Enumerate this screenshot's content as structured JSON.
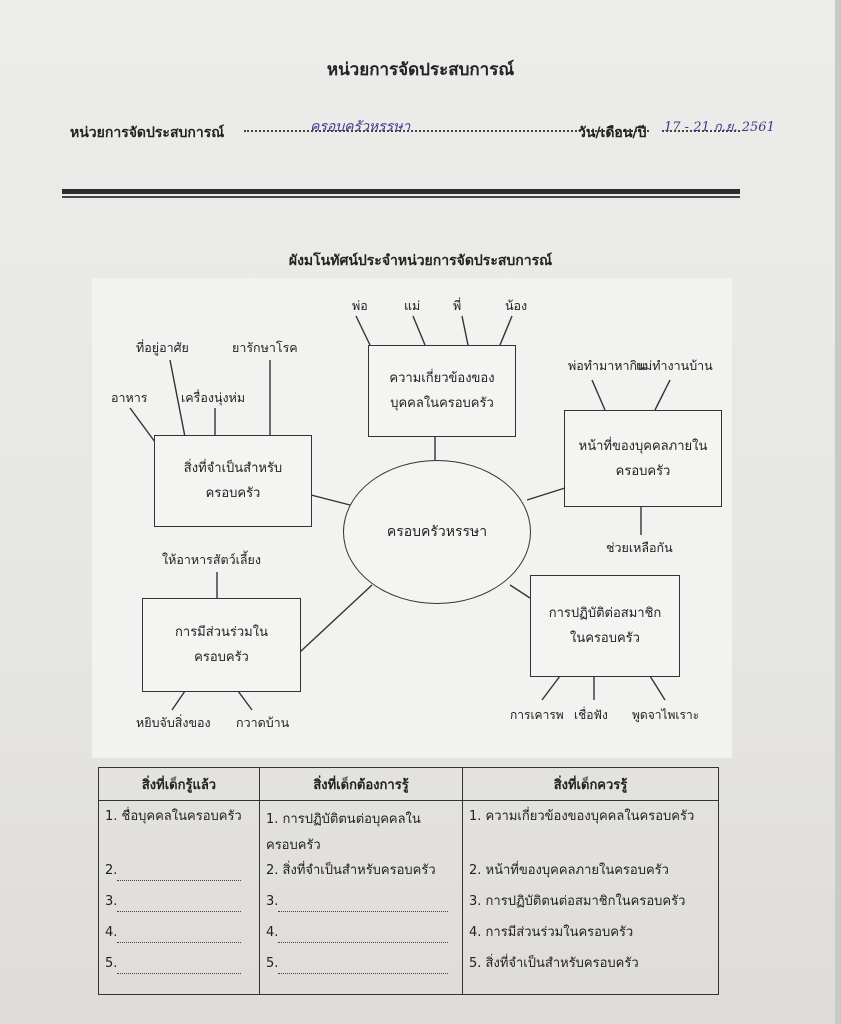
{
  "header": {
    "title": "หน่วยการจัดประสบการณ์",
    "unit_label": "หน่วยการจัดประสบการณ์",
    "unit_value_handwritten": "ครอบครัวหรรษา",
    "date_label": "วัน/เดือน/ปี",
    "date_value_handwritten": "17 - 21 ก.ย. 2561"
  },
  "diagram": {
    "caption": "ผังมโนทัศน์ประจำหน่วยการจัดประสบการณ์",
    "center": "ครอบครัวหรรษา",
    "topics": {
      "relations": {
        "lines": [
          "ความเกี่ยวข้องของ",
          "บุคคลในครอบครัว"
        ],
        "leaves": [
          "พ่อ",
          "แม่",
          "พี่",
          "น้อง"
        ]
      },
      "needs": {
        "lines": [
          "สิ่งที่จำเป็นสำหรับ",
          "ครอบครัว"
        ],
        "leaves": [
          "ที่อยู่อาศัย",
          "ยารักษาโรค",
          "อาหาร",
          "เครื่องนุ่งห่ม"
        ]
      },
      "duties": {
        "lines": [
          "หน้าที่ของบุคคลภายใน",
          "ครอบครัว"
        ],
        "leaves": [
          "พ่อทำมาหากิน",
          "แม่ทำงานบ้าน",
          "ช่วยเหลือกัน"
        ]
      },
      "participation": {
        "lines": [
          "การมีส่วนร่วมใน",
          "ครอบครัว"
        ],
        "leaves": [
          "ให้อาหารสัตว์เลี้ยง",
          "หยิบจับสิ่งของ",
          "กวาดบ้าน"
        ]
      },
      "conduct": {
        "lines": [
          "การปฏิบัติต่อสมาชิก",
          "ในครอบครัว"
        ],
        "leaves": [
          "การเคารพ",
          "เชื่อฟัง",
          "พูดจาไพเราะ"
        ]
      }
    }
  },
  "table": {
    "headers": [
      "สิ่งที่เด็กรู้แล้ว",
      "สิ่งที่เด็กต้องการรู้",
      "สิ่งที่เด็กควรรู้"
    ],
    "known": [
      "1. ชื่อบุคคลในครอบครัว",
      "2.",
      "3.",
      "4.",
      "5."
    ],
    "want": [
      "1. การปฏิบัติตนต่อบุคคลใน ครอบครัว",
      "2. สิ่งที่จำเป็นสำหรับครอบครัว",
      "3.",
      "4.",
      "5."
    ],
    "should": [
      "1. ความเกี่ยวข้องของบุคคลในครอบครัว",
      "2. หน้าที่ของบุคคลภายในครอบครัว",
      "3. การปฏิบัติตนต่อสมาชิกในครอบครัว",
      "4. การมีส่วนร่วมในครอบครัว",
      "5. สิ่งที่จำเป็นสำหรับครอบครัว"
    ]
  }
}
